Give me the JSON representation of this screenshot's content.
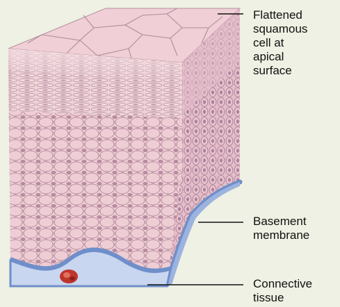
{
  "labels": {
    "apical": "Flattened\nsquamous\ncell at\napical\nsurface",
    "basement": "Basement\nmembrane",
    "connective": "Connective\ntissue"
  },
  "colors": {
    "background": "#eef1e3",
    "surface_cells": "#f0cfd6",
    "cell_body": "#ecc7d0",
    "cell_outline": "#a98493",
    "nucleus": "#b88ba0",
    "basement_membrane": "#6f8fca",
    "connective_tissue": "#c9d6f0",
    "blood_vessel": "#c0352b",
    "leader_line": "#111111"
  }
}
